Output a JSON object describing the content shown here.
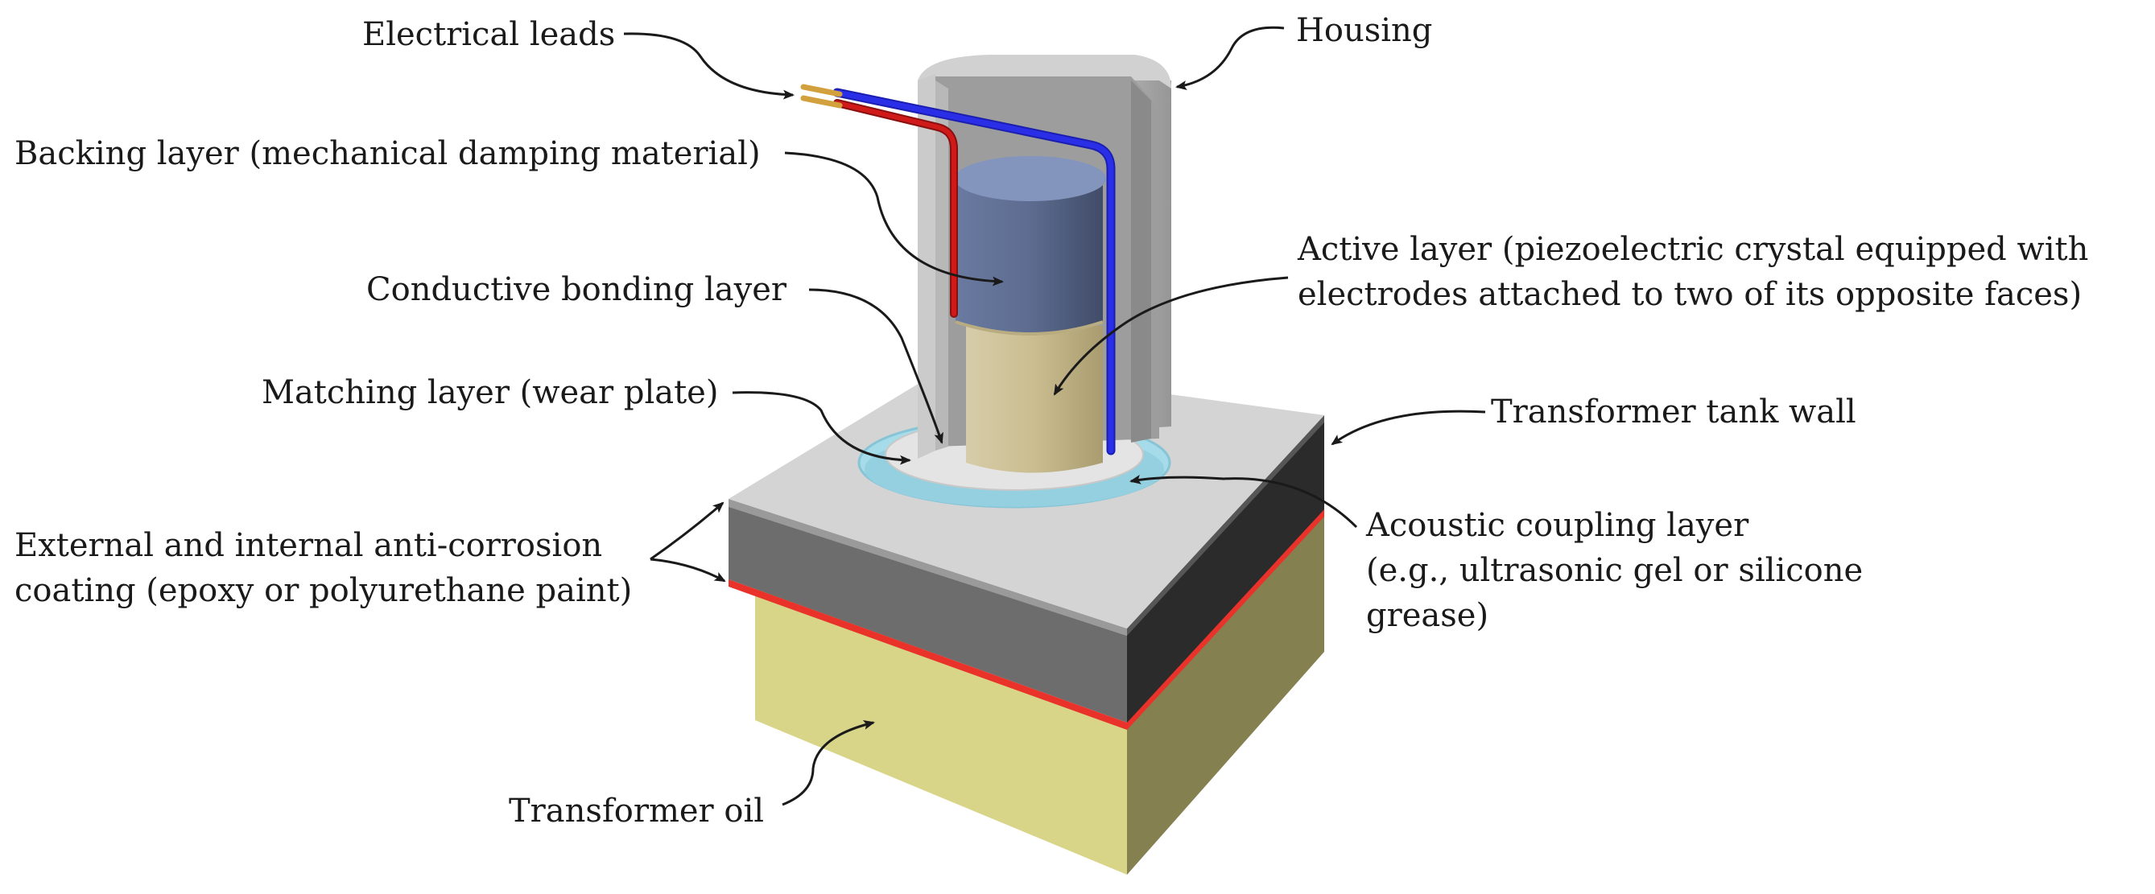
{
  "labels": {
    "electrical_leads": "Electrical leads",
    "housing": "Housing",
    "backing_layer": "Backing layer (mechanical damping material)",
    "active_layer": {
      "line1": "Active layer (piezoelectric crystal equipped with",
      "line2": "electrodes attached to two of its opposite faces)"
    },
    "conductive_bonding_layer": "Conductive bonding layer",
    "matching_layer": "Matching layer (wear plate)",
    "transformer_tank_wall": "Transformer tank wall",
    "acoustic_coupling_layer": {
      "line1": "Acoustic coupling layer",
      "line2": "(e.g., ultrasonic gel or silicone",
      "line3": "grease)"
    },
    "anti_corrosion_coating": {
      "line1": "External and internal anti-corrosion",
      "line2": "coating (epoxy or polyurethane paint)"
    },
    "transformer_oil": "Transformer oil"
  },
  "colors": {
    "tank_top": "#d4d4d4",
    "tank_front_steel": "#6d6d6d",
    "tank_side_steel": "#2e2e2e",
    "inner_coating": "#e8322a",
    "oil_front": "#d8d488",
    "oil_side": "#85804f",
    "coupling_gel": "#a6dcea",
    "wear_plate": "#e4e4e4",
    "housing": "#b3b3b3",
    "active_crystal": "#d2c79c",
    "backing_material": "#7283a6",
    "lead_blue": "#2a2ee6",
    "lead_red": "#d01a1a",
    "lead_tip": "#d2a03c"
  }
}
